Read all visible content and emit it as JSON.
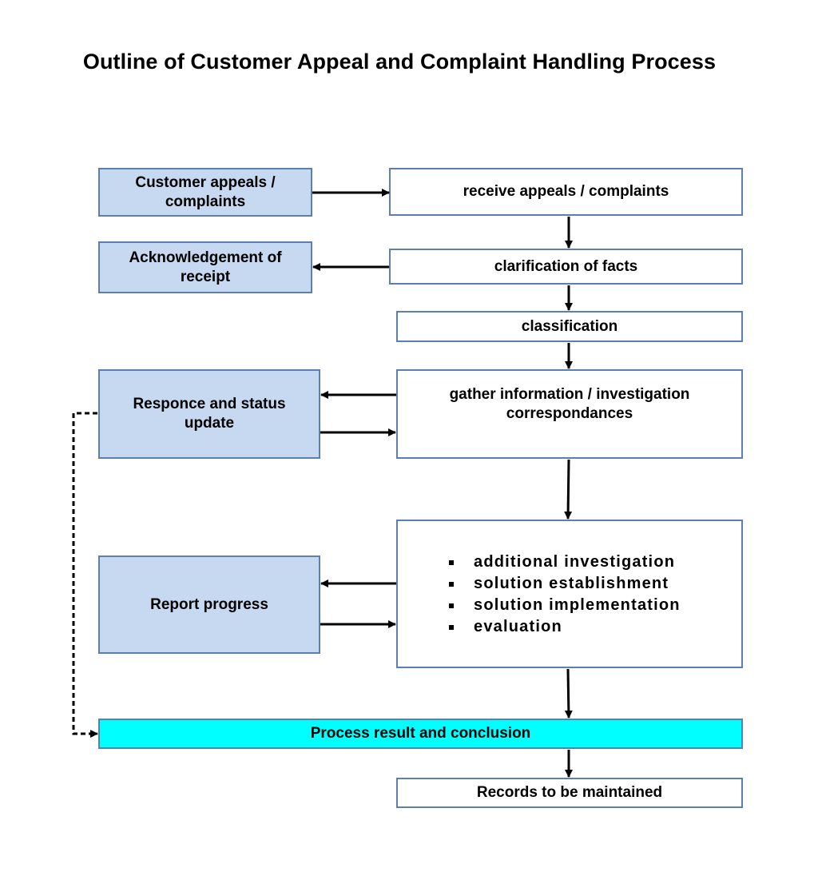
{
  "title": "Outline of Customer Appeal and Complaint Handling Process",
  "colors": {
    "box_border": "#5b7fb1",
    "side_box_fill": "#c6d9f1",
    "result_box_fill": "#00ffff",
    "arrow": "#000000"
  },
  "nodes": {
    "customer_appeals": [
      "Customer appeals /",
      "complaints"
    ],
    "receive": "receive appeals / complaints",
    "acknowledgement": [
      "Acknowledgement of",
      "receipt"
    ],
    "clarification": "clarification of facts",
    "classification": "classification",
    "response": [
      "Responce and status",
      "update"
    ],
    "gather": [
      "gather information / investigation",
      "correspondances"
    ],
    "report": "Report progress",
    "steps": [
      "additional investigation",
      "solution establishment",
      "solution implementation",
      "evaluation"
    ],
    "result": "Process result and conclusion",
    "records": "Records to be maintained"
  }
}
